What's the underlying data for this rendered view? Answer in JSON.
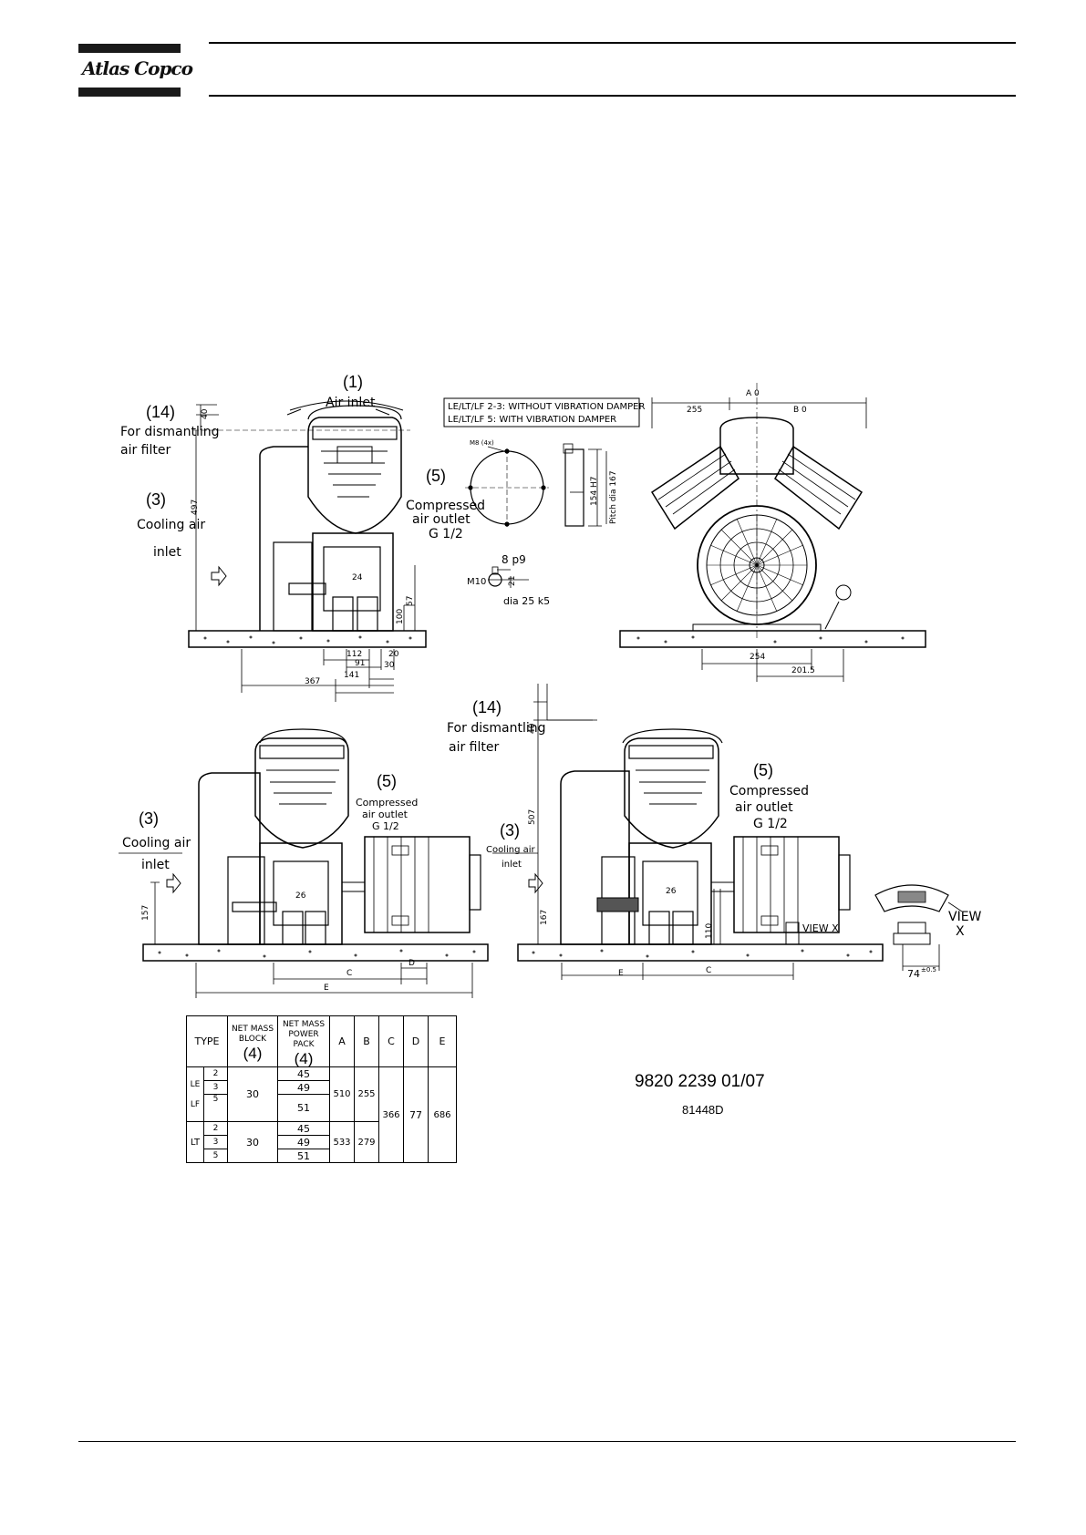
{
  "header": {
    "brand": "Atlas Copco"
  },
  "drawing": {
    "side_view_1": {
      "label_air_inlet_num": "(1)",
      "label_air_inlet": "Air inlet",
      "label_dismantling_num": "(14)",
      "label_dismantling_1": "For dismantling",
      "label_dismantling_2": "air filter",
      "label_cooling_num": "(3)",
      "label_cooling_1": "Cooling air",
      "label_cooling_2": "inlet",
      "label_outlet_num": "(5)",
      "label_outlet_1": "Compressed",
      "label_outlet_2": "air outlet",
      "label_outlet_3": "G 1/2",
      "dim_40": "40",
      "dim_497": "497",
      "dim_24": "24",
      "dim_57": "57",
      "dim_100": "100",
      "dim_112": "112",
      "dim_20": "20",
      "dim_91": "91",
      "dim_30": "30",
      "dim_141": "141",
      "dim_367": "367"
    },
    "note_box": {
      "line1": "LE/LT/LF 2-3: WITHOUT VIBRATION DAMPER",
      "line2": "LE/LT/LF 5:      WITH VIBRATION DAMPER"
    },
    "flange_detail": {
      "m8": "M8 (4x)",
      "dim_154": "154 H7",
      "dim_167": "Pitch dia 167",
      "key": "8 p9",
      "m10": "M10",
      "dim_21": "21",
      "shaft": "dia 25 k5"
    },
    "front_view": {
      "dim_a": "A 0",
      "dim_255": "255",
      "dim_b": "B 0",
      "dim_254": "254",
      "dim_2015": "201.5"
    },
    "side_view_2": {
      "label_outlet_num": "(5)",
      "label_outlet_1": "Compressed",
      "label_outlet_2": "air outlet",
      "label_outlet_3": "G 1/2",
      "label_cooling_num": "(3)",
      "label_cooling_1": "Cooling air",
      "label_cooling_2": "inlet",
      "dim_157": "157",
      "dim_26": "26",
      "dim_c": "C",
      "dim_d": "D",
      "dim_e": "E"
    },
    "side_view_3": {
      "label_dismantling_num": "(14)",
      "label_dismantling_1": "For dismantling",
      "label_dismantling_2": "air filter",
      "label_outlet_num": "(5)",
      "label_outlet_1": "Compressed",
      "label_outlet_2": "air outlet",
      "label_outlet_3": "G 1/2",
      "label_cooling_num": "(3)",
      "label_cooling_1": "Cooling air",
      "label_cooling_2": "inlet",
      "dim_40": "40",
      "dim_507": "507",
      "dim_167": "167",
      "dim_110": "110",
      "dim_26": "26",
      "view_x": "VIEW X",
      "view_label_1": "VIEW",
      "view_label_2": "X",
      "dim_74": "74",
      "dim_74_tol": "±0.5",
      "dim_c": "C",
      "dim_e": "E"
    }
  },
  "table": {
    "head_type": "TYPE",
    "head_block_1": "NET MASS",
    "head_block_2": "BLOCK",
    "head_block_num": "(4)",
    "head_pack_1": "NET MASS",
    "head_pack_2": "POWER PACK",
    "head_pack_num": "(4)",
    "head_a": "A",
    "head_b": "B",
    "head_c": "C",
    "head_d": "D",
    "head_e": "E",
    "le_label": "LE",
    "lf_label": "LF",
    "lt_label": "LT",
    "le_sizes": [
      "2",
      "3",
      "5"
    ],
    "le_block": "30",
    "le_packs": [
      "45",
      "49",
      "51"
    ],
    "le_a": "510",
    "le_b": "255",
    "lt_sizes": [
      "2",
      "3",
      "5"
    ],
    "lt_block": "30",
    "lt_packs": [
      "45",
      "49",
      "51"
    ],
    "lt_a": "533",
    "lt_b": "279",
    "c": "366",
    "d": "77",
    "e": "686"
  },
  "footer": {
    "doc_number": "9820 2239 01/07",
    "drawing_number": "81448D"
  }
}
